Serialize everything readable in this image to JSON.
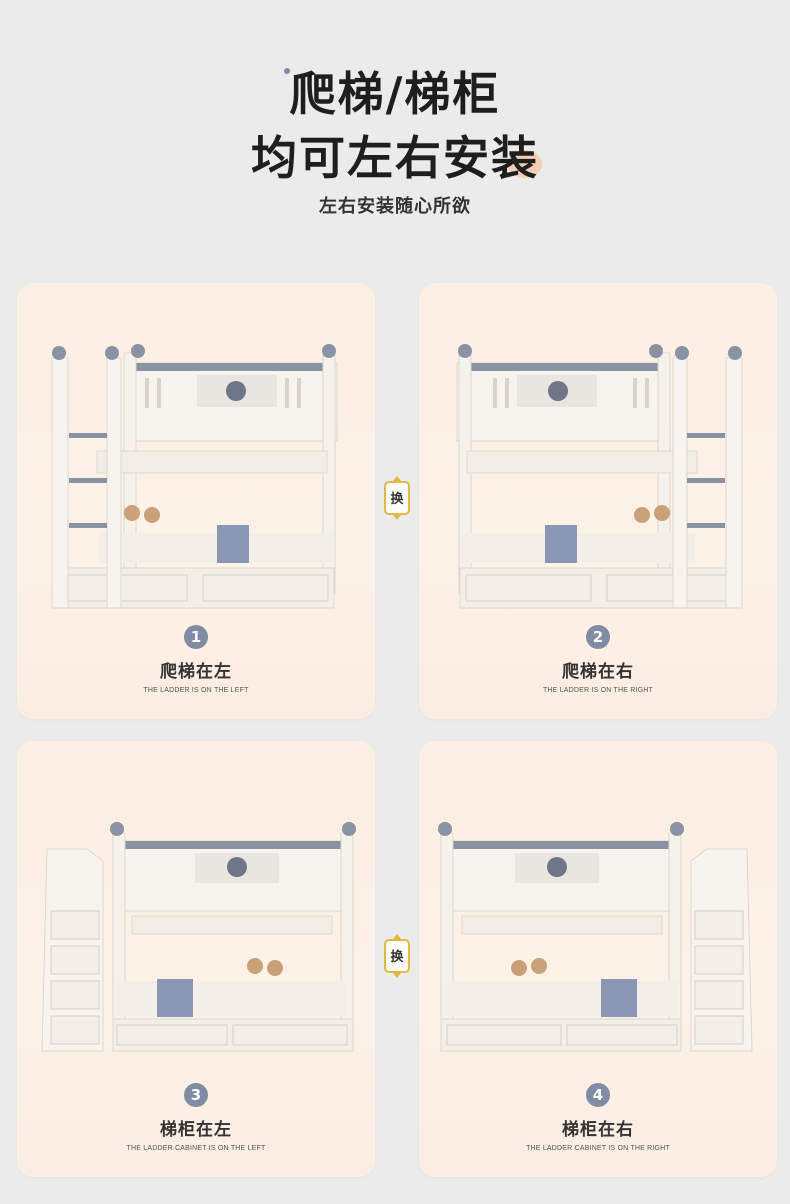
{
  "header": {
    "title_line1": "爬梯/梯柜",
    "title_line2": "均可左右安装",
    "subtitle": "左右安装随心所欲"
  },
  "swap_label": "换",
  "cards": [
    {
      "number": "1",
      "caption_cn": "爬梯在左",
      "caption_en": "THE LADDER IS ON THE LEFT"
    },
    {
      "number": "2",
      "caption_cn": "爬梯在右",
      "caption_en": "THE LADDER IS ON THE RIGHT"
    },
    {
      "number": "3",
      "caption_cn": "梯柜在左",
      "caption_en": "THE LADDER CABINET IS ON THE LEFT"
    },
    {
      "number": "4",
      "caption_cn": "梯柜在右",
      "caption_en": "THE LADDER CABINET IS ON THE RIGHT"
    }
  ],
  "colors": {
    "background": "#ecebeb",
    "card": "#fcefe3",
    "badge": "#7f8ca3",
    "accent_gold": "#e6b93a",
    "bed_white": "#f7f4ef",
    "bed_gray": "#8a93a3"
  }
}
